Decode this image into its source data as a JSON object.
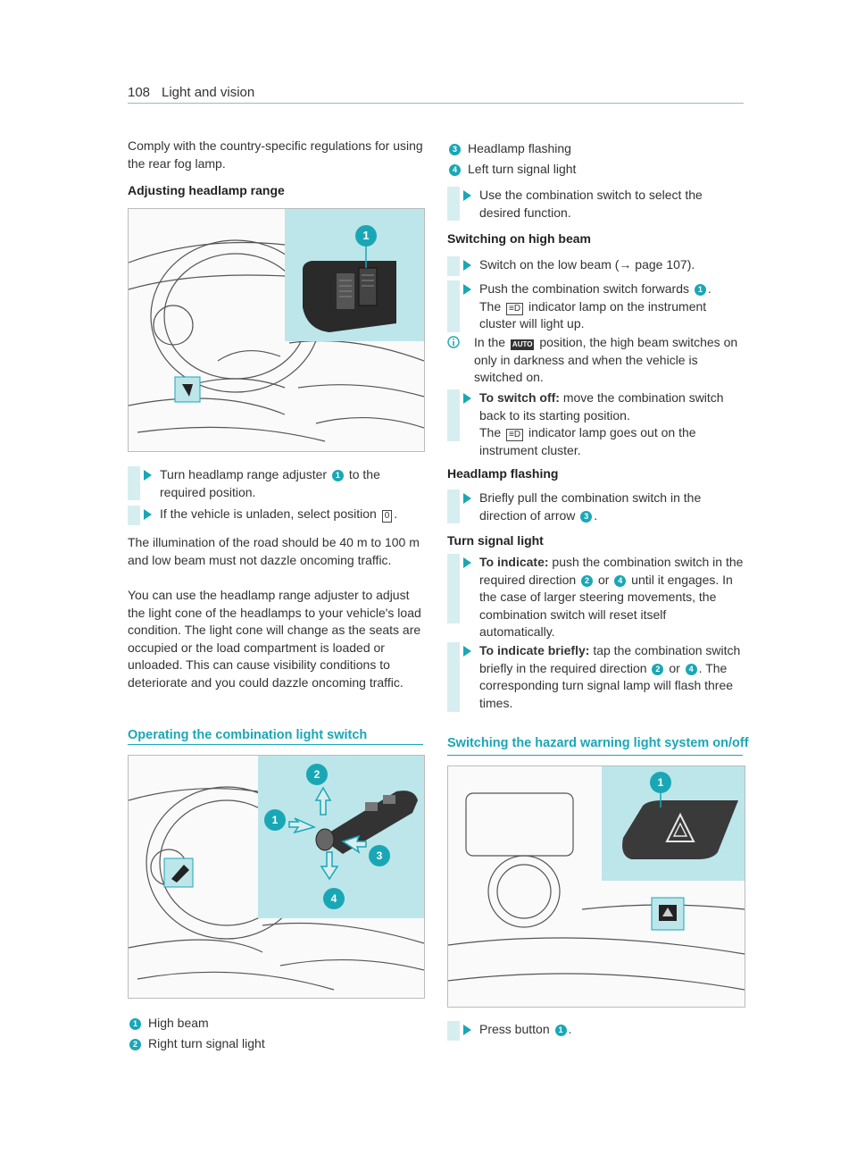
{
  "header": {
    "page_number": "108",
    "title": "Light and vision"
  },
  "left": {
    "intro": "Comply with the country-specific regulations for using the rear fog lamp.",
    "h_range": "Adjusting headlamp range",
    "fig1_callout": "1",
    "step1": [
      "Turn headlamp range adjuster ",
      "1",
      " to the required position."
    ],
    "step2": [
      "If the vehicle is unladen, select position ",
      "0",
      "."
    ],
    "para1": "The illumination of the road should be 40 m to 100 m and low beam must not dazzle oncoming traffic.",
    "para2": "You can use the headlamp range adjuster to adjust the light cone of the headlamps to your vehicle's load condition. The light cone will change as the seats are occupied or the load compartment is loaded or unloaded. This can cause visibility conditions to deteriorate and you could dazzle oncoming traffic.",
    "h_combo": "Operating the combination light switch",
    "fig2_callouts": [
      "1",
      "2",
      "3",
      "4"
    ],
    "legend": [
      {
        "num": "1",
        "text": "High beam"
      },
      {
        "num": "2",
        "text": "Right turn signal light"
      }
    ]
  },
  "right": {
    "legend": [
      {
        "num": "3",
        "text": "Headlamp flashing"
      },
      {
        "num": "4",
        "text": "Left turn signal light"
      }
    ],
    "step_select": "Use the combination switch to select the desired function.",
    "h_high": "Switching on high beam",
    "step_low": [
      "Switch on the low beam (",
      "→",
      " page 107)."
    ],
    "step_push": [
      "Push the combination switch forwards ",
      "1",
      ".",
      "The ",
      "≡D",
      " indicator lamp on the instrument cluster will light up."
    ],
    "info": [
      "In the ",
      "AUTO",
      " position, the high beam switches on only in darkness and when the vehicle is switched on."
    ],
    "step_off": [
      "To switch off:",
      " move the combination switch back to its starting position.",
      "The ",
      "≡D",
      " indicator lamp goes out on the instrument cluster."
    ],
    "h_flash": "Headlamp flashing",
    "step_flash": [
      "Briefly pull the combination switch in the direction of arrow ",
      "3",
      "."
    ],
    "h_turn": "Turn signal light",
    "step_ind": [
      "To indicate:",
      " push the combination switch in the required direction ",
      "2",
      " or ",
      "4",
      " until it engages. In the case of larger steering movements, the combination switch will reset itself automatically."
    ],
    "step_brief": [
      "To indicate briefly:",
      " tap the combination switch briefly in the required direction ",
      "2",
      " or ",
      "4",
      ". The corresponding turn signal lamp will flash three times."
    ],
    "h_hazard": "Switching the hazard warning light system on/off",
    "fig3_callout": "1",
    "step_press": [
      "Press button ",
      "1",
      "."
    ]
  },
  "colors": {
    "accent": "#1aa7b5",
    "panel": "#bde6ea",
    "bar": "#d7eef0"
  }
}
